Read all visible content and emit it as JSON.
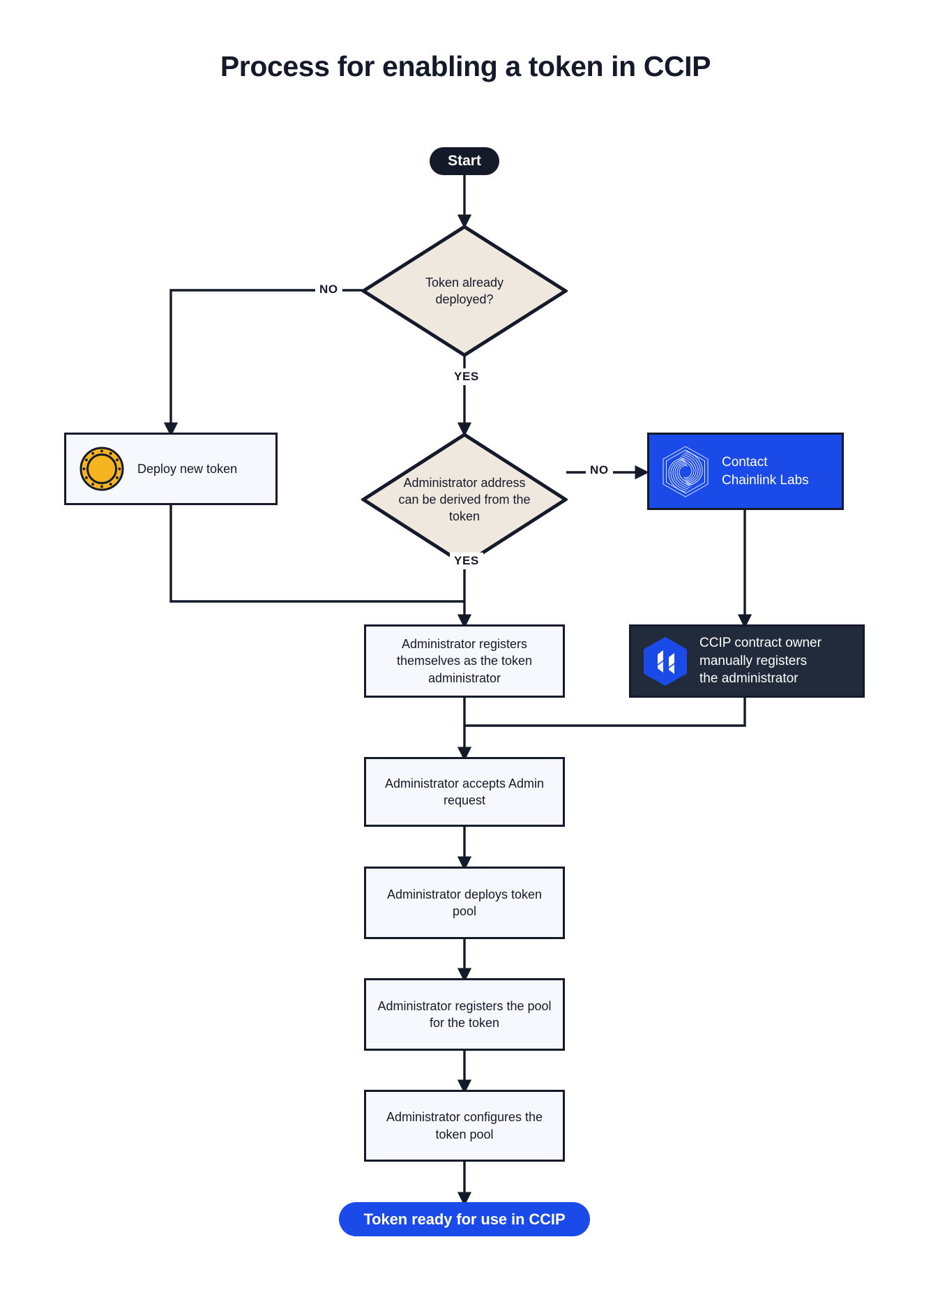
{
  "page": {
    "title": "Process for enabling a token in CCIP",
    "background": "#ffffff"
  },
  "colors": {
    "ink": "#141a2a",
    "diamond_fill": "#efe8df",
    "process_fill": "#f6f8fd",
    "brand_blue": "#1a4ae8",
    "dark_navy": "#222b3c",
    "coin_gold": "#f5b521"
  },
  "nodes": {
    "start": {
      "label": "Start",
      "type": "terminator"
    },
    "decision_deployed": {
      "label": "Token already deployed?",
      "type": "decision"
    },
    "deploy_new_token": {
      "label": "Deploy new token",
      "type": "process-icon",
      "icon": "coin-icon"
    },
    "decision_admin_derived": {
      "label": "Administrator address can be derived from the token",
      "type": "decision"
    },
    "contact_chainlink": {
      "label": "Contact\nChainlink Labs",
      "type": "process-brand",
      "icon": "chainlink-logo-icon"
    },
    "admin_registers_self": {
      "label": "Administrator registers themselves as the token administrator",
      "type": "process"
    },
    "ccip_owner_registers": {
      "label": "CCIP contract owner\nmanually registers\nthe administrator",
      "type": "process-dark",
      "icon": "ccip-logo-icon"
    },
    "admin_accepts": {
      "label": "Administrator accepts Admin request",
      "type": "process"
    },
    "admin_deploys_pool": {
      "label": "Administrator deploys token pool",
      "type": "process"
    },
    "admin_registers_pool": {
      "label": "Administrator registers the pool for the token",
      "type": "process"
    },
    "admin_configures_pool": {
      "label": "Administrator configures the token pool",
      "type": "process"
    },
    "end": {
      "label": "Token ready for use in CCIP",
      "type": "terminator"
    }
  },
  "edge_labels": {
    "deployed_no": "NO",
    "deployed_yes": "YES",
    "derived_no": "NO",
    "derived_yes": "YES"
  }
}
